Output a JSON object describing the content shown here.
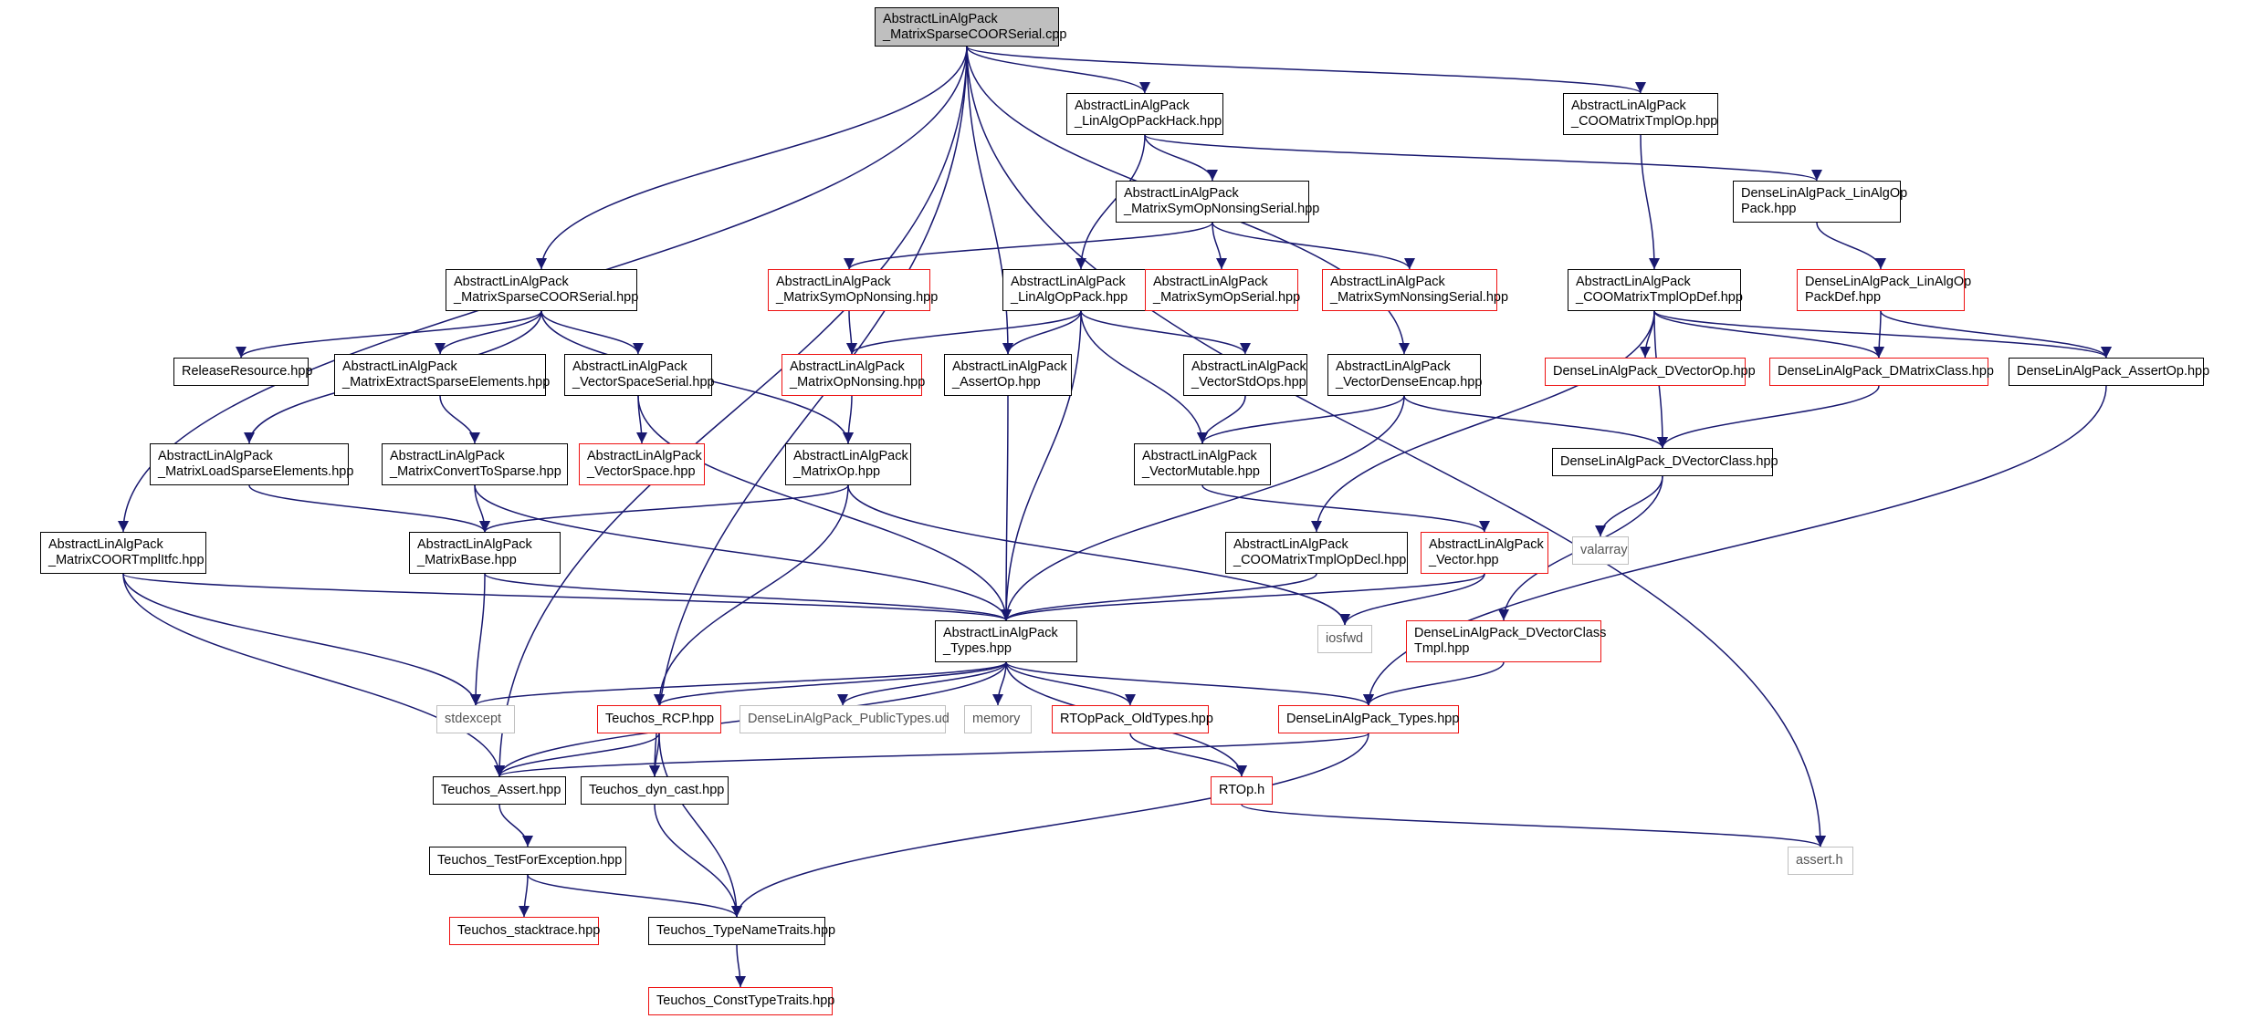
{
  "colors": {
    "edge": "#191970",
    "std_border": "#000000",
    "red_border": "#e11111",
    "gray_border": "#bfbfbf",
    "root_fill": "#bfbfbf"
  },
  "nodes": {
    "root": {
      "lines": [
        "AbstractLinAlgPack",
        "_MatrixSparseCOORSerial.cpp"
      ],
      "kind": "root"
    },
    "opPackHack": {
      "lines": [
        "AbstractLinAlgPack",
        "_LinAlgOpPackHack.hpp"
      ],
      "kind": "std"
    },
    "cooTmplOp": {
      "lines": [
        "AbstractLinAlgPack",
        "_COOMatrixTmplOp.hpp"
      ],
      "kind": "std"
    },
    "symOpNonsSer": {
      "lines": [
        "AbstractLinAlgPack",
        "_MatrixSymOpNonsingSerial.hpp"
      ],
      "kind": "std"
    },
    "denseOpPack": {
      "lines": [
        "DenseLinAlgPack_LinAlgOp",
        "Pack.hpp"
      ],
      "kind": "std"
    },
    "sparseCOOR": {
      "lines": [
        "AbstractLinAlgPack",
        "_MatrixSparseCOORSerial.hpp"
      ],
      "kind": "std"
    },
    "symOpNons": {
      "lines": [
        "AbstractLinAlgPack",
        "_MatrixSymOpNonsing.hpp"
      ],
      "kind": "red"
    },
    "opPack": {
      "lines": [
        "AbstractLinAlgPack",
        "_LinAlgOpPack.hpp"
      ],
      "kind": "std"
    },
    "symOpSer": {
      "lines": [
        "AbstractLinAlgPack",
        "_MatrixSymOpSerial.hpp"
      ],
      "kind": "red"
    },
    "symNonsSer": {
      "lines": [
        "AbstractLinAlgPack",
        "_MatrixSymNonsingSerial.hpp"
      ],
      "kind": "red"
    },
    "cooTmplOpDef": {
      "lines": [
        "AbstractLinAlgPack",
        "_COOMatrixTmplOpDef.hpp"
      ],
      "kind": "std"
    },
    "denseOpPackDef": {
      "lines": [
        "DenseLinAlgPack_LinAlgOp",
        "PackDef.hpp"
      ],
      "kind": "red"
    },
    "releaseRes": {
      "lines": [
        "ReleaseResource.hpp"
      ],
      "kind": "std"
    },
    "extractSparse": {
      "lines": [
        "AbstractLinAlgPack",
        "_MatrixExtractSparseElements.hpp"
      ],
      "kind": "std"
    },
    "vsSerial": {
      "lines": [
        "AbstractLinAlgPack",
        "_VectorSpaceSerial.hpp"
      ],
      "kind": "std"
    },
    "opNons": {
      "lines": [
        "AbstractLinAlgPack",
        "_MatrixOpNonsing.hpp"
      ],
      "kind": "red"
    },
    "assertOpA": {
      "lines": [
        "AbstractLinAlgPack",
        "_AssertOp.hpp"
      ],
      "kind": "std"
    },
    "vecStdOps": {
      "lines": [
        "AbstractLinAlgPack",
        "_VectorStdOps.hpp"
      ],
      "kind": "std"
    },
    "vecDenseEnc": {
      "lines": [
        "AbstractLinAlgPack",
        "_VectorDenseEncap.hpp"
      ],
      "kind": "std"
    },
    "dVectorOp": {
      "lines": [
        "DenseLinAlgPack_DVectorOp.hpp"
      ],
      "kind": "red"
    },
    "dMatrixClass": {
      "lines": [
        "DenseLinAlgPack_DMatrixClass.hpp"
      ],
      "kind": "red"
    },
    "assertOpD": {
      "lines": [
        "DenseLinAlgPack_AssertOp.hpp"
      ],
      "kind": "std"
    },
    "loadSparse": {
      "lines": [
        "AbstractLinAlgPack",
        "_MatrixLoadSparseElements.hpp"
      ],
      "kind": "std"
    },
    "convToSparse": {
      "lines": [
        "AbstractLinAlgPack",
        "_MatrixConvertToSparse.hpp"
      ],
      "kind": "std"
    },
    "vecSpace": {
      "lines": [
        "AbstractLinAlgPack",
        "_VectorSpace.hpp"
      ],
      "kind": "red"
    },
    "matrixOp": {
      "lines": [
        "AbstractLinAlgPack",
        "_MatrixOp.hpp"
      ],
      "kind": "std"
    },
    "vecMutable": {
      "lines": [
        "AbstractLinAlgPack",
        "_VectorMutable.hpp"
      ],
      "kind": "std"
    },
    "dVectorClass": {
      "lines": [
        "DenseLinAlgPack_DVectorClass.hpp"
      ],
      "kind": "std"
    },
    "cooTmplItfc": {
      "lines": [
        "AbstractLinAlgPack",
        "_MatrixCOORTmplItfc.hpp"
      ],
      "kind": "std"
    },
    "matrixBase": {
      "lines": [
        "AbstractLinAlgPack",
        "_MatrixBase.hpp"
      ],
      "kind": "std"
    },
    "cooTmplOpDecl": {
      "lines": [
        "AbstractLinAlgPack",
        "_COOMatrixTmplOpDecl.hpp"
      ],
      "kind": "std"
    },
    "vector": {
      "lines": [
        "AbstractLinAlgPack",
        "_Vector.hpp"
      ],
      "kind": "red"
    },
    "valarray": {
      "lines": [
        "valarray"
      ],
      "kind": "gray"
    },
    "types": {
      "lines": [
        "AbstractLinAlgPack",
        "_Types.hpp"
      ],
      "kind": "std"
    },
    "iosfwd": {
      "lines": [
        "iosfwd"
      ],
      "kind": "gray"
    },
    "dVecClassTmpl": {
      "lines": [
        "DenseLinAlgPack_DVectorClass",
        "Tmpl.hpp"
      ],
      "kind": "red"
    },
    "stdexcept": {
      "lines": [
        "stdexcept"
      ],
      "kind": "gray"
    },
    "rcp": {
      "lines": [
        "Teuchos_RCP.hpp"
      ],
      "kind": "red"
    },
    "publicTypes": {
      "lines": [
        "DenseLinAlgPack_PublicTypes.ud"
      ],
      "kind": "gray"
    },
    "memory": {
      "lines": [
        "memory"
      ],
      "kind": "gray"
    },
    "rtOldTypes": {
      "lines": [
        "RTOpPack_OldTypes.hpp"
      ],
      "kind": "red"
    },
    "denseTypes": {
      "lines": [
        "DenseLinAlgPack_Types.hpp"
      ],
      "kind": "red"
    },
    "tAssert": {
      "lines": [
        "Teuchos_Assert.hpp"
      ],
      "kind": "std"
    },
    "dynCast": {
      "lines": [
        "Teuchos_dyn_cast.hpp"
      ],
      "kind": "std"
    },
    "rtop": {
      "lines": [
        "RTOp.h"
      ],
      "kind": "red"
    },
    "testForExc": {
      "lines": [
        "Teuchos_TestForException.hpp"
      ],
      "kind": "std"
    },
    "assertH": {
      "lines": [
        "assert.h"
      ],
      "kind": "gray"
    },
    "stacktrace": {
      "lines": [
        "Teuchos_stacktrace.hpp"
      ],
      "kind": "red"
    },
    "typeName": {
      "lines": [
        "Teuchos_TypeNameTraits.hpp"
      ],
      "kind": "std"
    },
    "constType": {
      "lines": [
        "Teuchos_ConstTypeTraits.hpp"
      ],
      "kind": "red"
    }
  },
  "edges": [
    [
      "root",
      "opPackHack"
    ],
    [
      "root",
      "cooTmplOp"
    ],
    [
      "root",
      "sparseCOOR"
    ],
    [
      "root",
      "assertOpA"
    ],
    [
      "root",
      "vecDenseEnc"
    ],
    [
      "root",
      "cooTmplItfc"
    ],
    [
      "root",
      "tAssert"
    ],
    [
      "root",
      "dynCast"
    ],
    [
      "root",
      "assertH"
    ],
    [
      "opPackHack",
      "symOpNonsSer"
    ],
    [
      "opPackHack",
      "opPack"
    ],
    [
      "opPackHack",
      "denseOpPack"
    ],
    [
      "cooTmplOp",
      "cooTmplOpDef"
    ],
    [
      "symOpNonsSer",
      "symOpNons"
    ],
    [
      "symOpNonsSer",
      "symOpSer"
    ],
    [
      "symOpNonsSer",
      "symNonsSer"
    ],
    [
      "denseOpPack",
      "denseOpPackDef"
    ],
    [
      "sparseCOOR",
      "releaseRes"
    ],
    [
      "sparseCOOR",
      "extractSparse"
    ],
    [
      "sparseCOOR",
      "vsSerial"
    ],
    [
      "sparseCOOR",
      "loadSparse"
    ],
    [
      "sparseCOOR",
      "matrixOp"
    ],
    [
      "symOpNons",
      "opNons"
    ],
    [
      "opPack",
      "opNons"
    ],
    [
      "opPack",
      "assertOpA"
    ],
    [
      "opPack",
      "vecStdOps"
    ],
    [
      "opPack",
      "vecMutable"
    ],
    [
      "opPack",
      "types"
    ],
    [
      "cooTmplOpDef",
      "dVectorOp"
    ],
    [
      "cooTmplOpDef",
      "dMatrixClass"
    ],
    [
      "cooTmplOpDef",
      "assertOpD"
    ],
    [
      "cooTmplOpDef",
      "cooTmplOpDecl"
    ],
    [
      "cooTmplOpDef",
      "dVectorClass"
    ],
    [
      "denseOpPackDef",
      "dMatrixClass"
    ],
    [
      "denseOpPackDef",
      "assertOpD"
    ],
    [
      "extractSparse",
      "convToSparse"
    ],
    [
      "vsSerial",
      "vecSpace"
    ],
    [
      "vsSerial",
      "types"
    ],
    [
      "opNons",
      "matrixOp"
    ],
    [
      "assertOpA",
      "types"
    ],
    [
      "vecStdOps",
      "vecMutable"
    ],
    [
      "vecDenseEnc",
      "vecMutable"
    ],
    [
      "vecDenseEnc",
      "types"
    ],
    [
      "vecDenseEnc",
      "dVectorClass"
    ],
    [
      "dMatrixClass",
      "dVectorClass"
    ],
    [
      "assertOpD",
      "denseTypes"
    ],
    [
      "loadSparse",
      "matrixBase"
    ],
    [
      "convToSparse",
      "matrixBase"
    ],
    [
      "convToSparse",
      "types"
    ],
    [
      "matrixOp",
      "matrixBase"
    ],
    [
      "matrixOp",
      "rcp"
    ],
    [
      "matrixOp",
      "iosfwd"
    ],
    [
      "vecMutable",
      "vector"
    ],
    [
      "dVectorClass",
      "valarray"
    ],
    [
      "dVectorClass",
      "dVecClassTmpl"
    ],
    [
      "cooTmplItfc",
      "types"
    ],
    [
      "cooTmplItfc",
      "stdexcept"
    ],
    [
      "cooTmplItfc",
      "tAssert"
    ],
    [
      "matrixBase",
      "types"
    ],
    [
      "matrixBase",
      "stdexcept"
    ],
    [
      "cooTmplOpDecl",
      "types"
    ],
    [
      "vector",
      "types"
    ],
    [
      "vector",
      "iosfwd"
    ],
    [
      "dVecClassTmpl",
      "denseTypes"
    ],
    [
      "types",
      "stdexcept"
    ],
    [
      "types",
      "tAssert"
    ],
    [
      "types",
      "rcp"
    ],
    [
      "types",
      "publicTypes"
    ],
    [
      "types",
      "memory"
    ],
    [
      "types",
      "rtOldTypes"
    ],
    [
      "types",
      "denseTypes"
    ],
    [
      "types",
      "rtop"
    ],
    [
      "rcp",
      "tAssert"
    ],
    [
      "rcp",
      "dynCast"
    ],
    [
      "rcp",
      "typeName"
    ],
    [
      "rtOldTypes",
      "rtop"
    ],
    [
      "denseTypes",
      "tAssert"
    ],
    [
      "denseTypes",
      "typeName"
    ],
    [
      "tAssert",
      "testForExc"
    ],
    [
      "dynCast",
      "typeName"
    ],
    [
      "rtop",
      "assertH"
    ],
    [
      "testForExc",
      "stacktrace"
    ],
    [
      "testForExc",
      "typeName"
    ],
    [
      "typeName",
      "constType"
    ]
  ]
}
